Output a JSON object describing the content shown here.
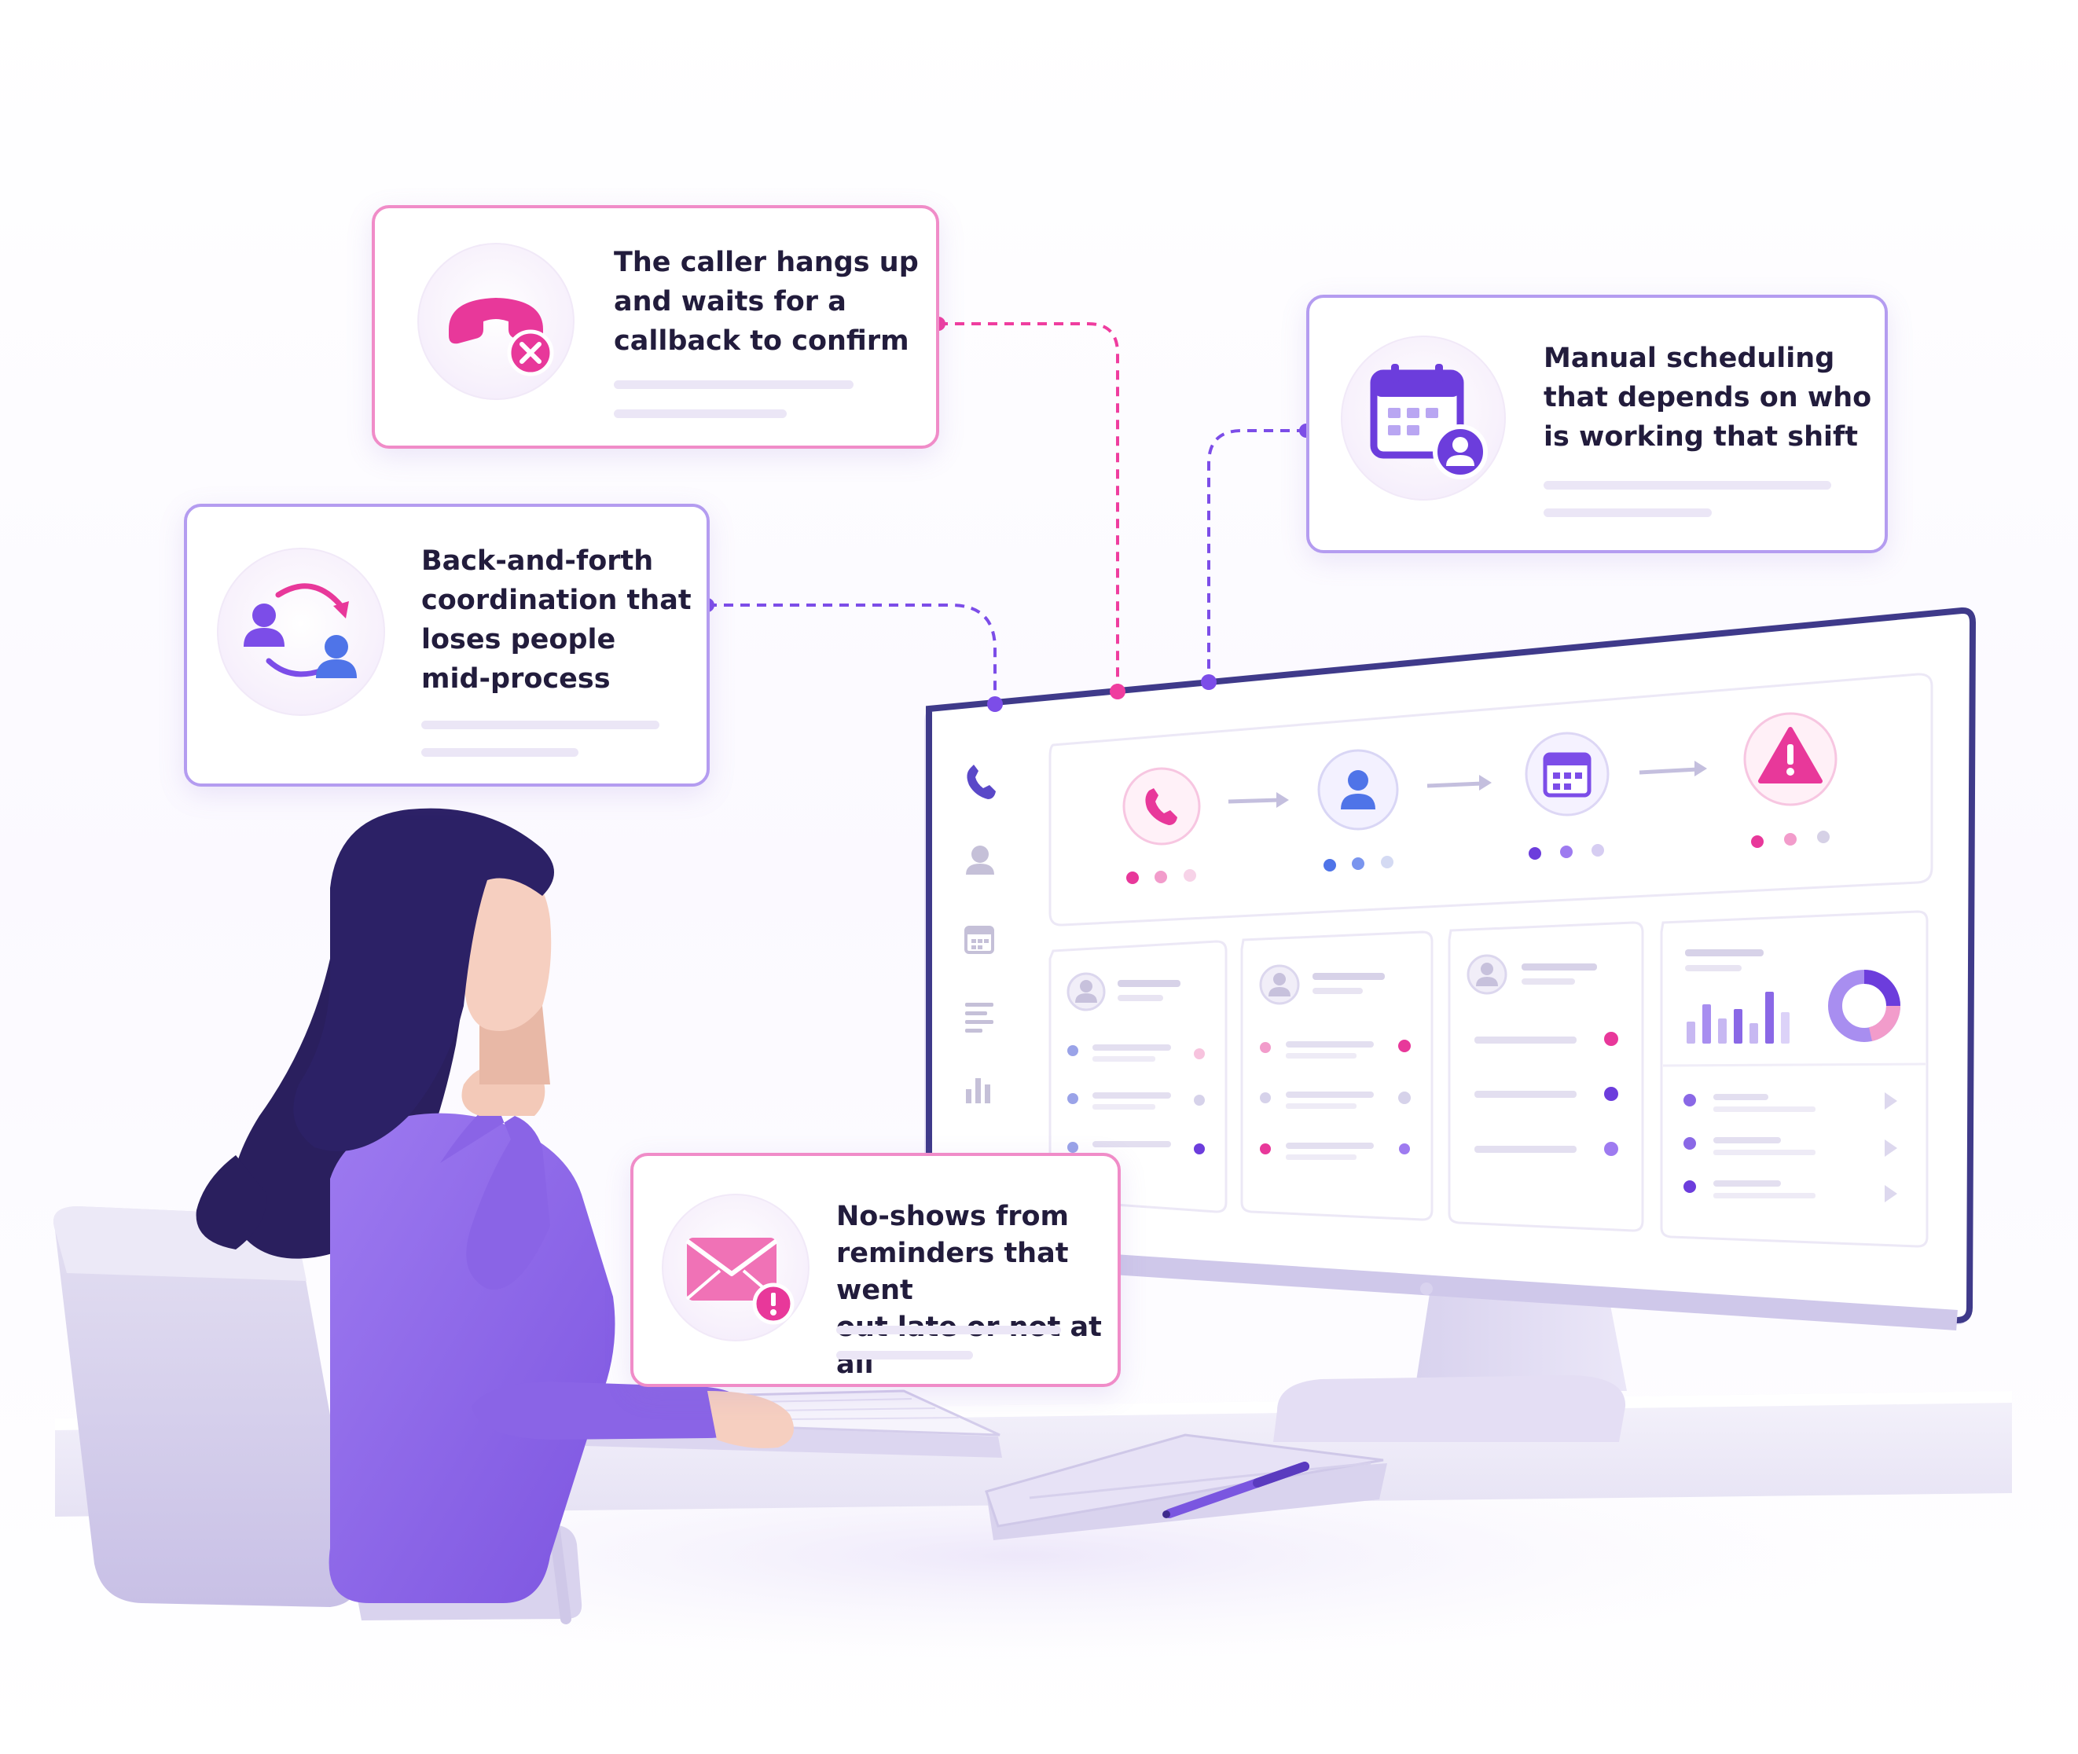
{
  "callouts": {
    "hangup": {
      "text": "The caller hangs up\nand waits for a\ncallback to confirm",
      "icon": "phone-hangup-icon"
    },
    "scheduling": {
      "text": "Manual scheduling\nthat depends on who\nis working that shift",
      "icon": "calendar-user-icon"
    },
    "coordination": {
      "text": "Back-and-forth\ncoordination that\nloses people\nmid-process",
      "icon": "people-exchange-icon"
    },
    "noshow": {
      "text": "No-shows from\nreminders that went\nout late or not at all",
      "icon": "envelope-alert-icon"
    }
  },
  "dashboard": {
    "sidebar_icons": [
      "phone-icon",
      "user-icon",
      "calendar-icon",
      "list-icon",
      "bar-chart-icon"
    ],
    "flow_steps": [
      "phone-icon",
      "user-icon",
      "calendar-icon",
      "warning-icon"
    ]
  },
  "colors": {
    "pink": "#e8389a",
    "purple": "#7c4de8",
    "blue": "#5a6cf0",
    "card_border_pink": "#f08cc8",
    "card_border_purple": "#b49cf0",
    "text": "#221c3c"
  }
}
